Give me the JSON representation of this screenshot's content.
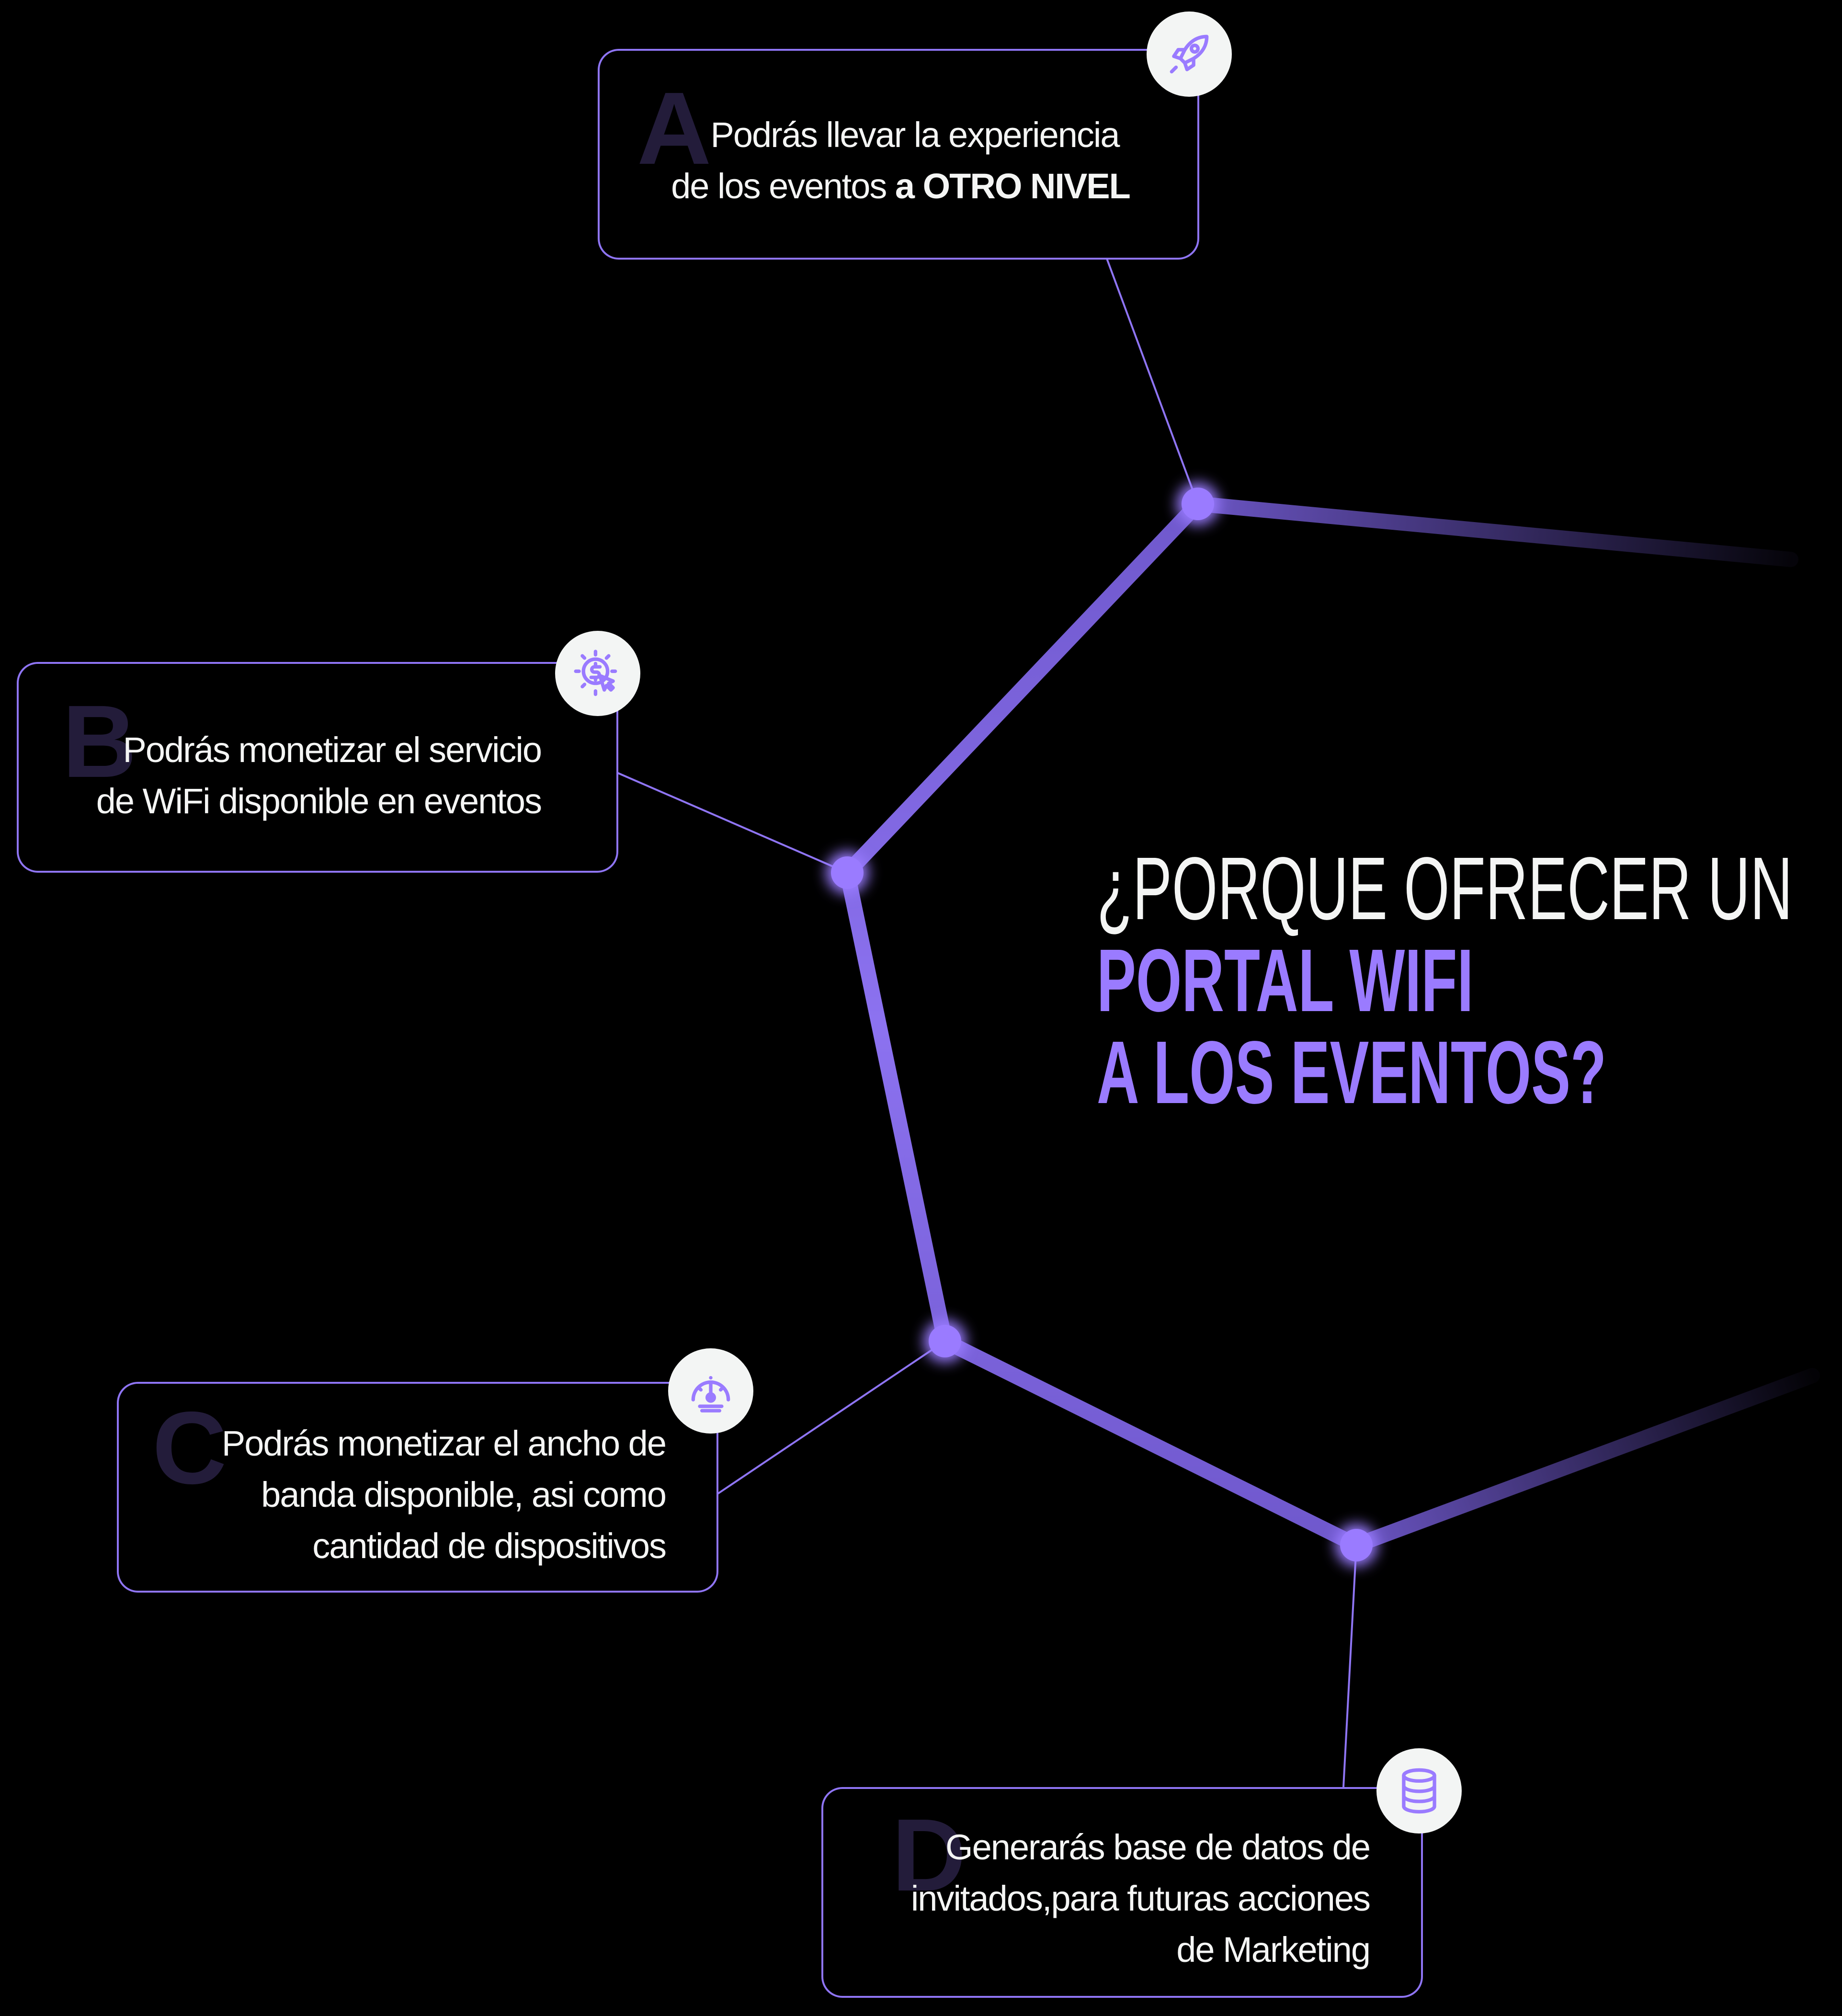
{
  "title": {
    "line1": "¿PORQUE OFRECER UN",
    "line2": "PORTAL WIFI",
    "line3": "A LOS EVENTOS?"
  },
  "items": [
    {
      "letter": "A",
      "icon": "rocket-icon",
      "line1": "Podrás llevar la experiencia",
      "line2_prefix": "de los eventos ",
      "line2_bold": "a OTRO NIVEL"
    },
    {
      "letter": "B",
      "icon": "money-click-icon",
      "line1": "Podrás monetizar el servicio",
      "line2": "de WiFi disponible en eventos"
    },
    {
      "letter": "C",
      "icon": "speedometer-icon",
      "line1": "Podrás monetizar el ancho de",
      "line2": "banda disponible, asi como",
      "line3": "cantidad de dispositivos"
    },
    {
      "letter": "D",
      "icon": "database-icon",
      "line1": "Generarás base de datos de",
      "line2": "invitados,para futuras acciones",
      "line3": "de Marketing"
    }
  ],
  "colors": {
    "accent": "#8f75f5",
    "highlight": "#9a7bff",
    "letter": "#231c3a",
    "icon_bg": "#f3f5f4",
    "background": "#000000"
  }
}
